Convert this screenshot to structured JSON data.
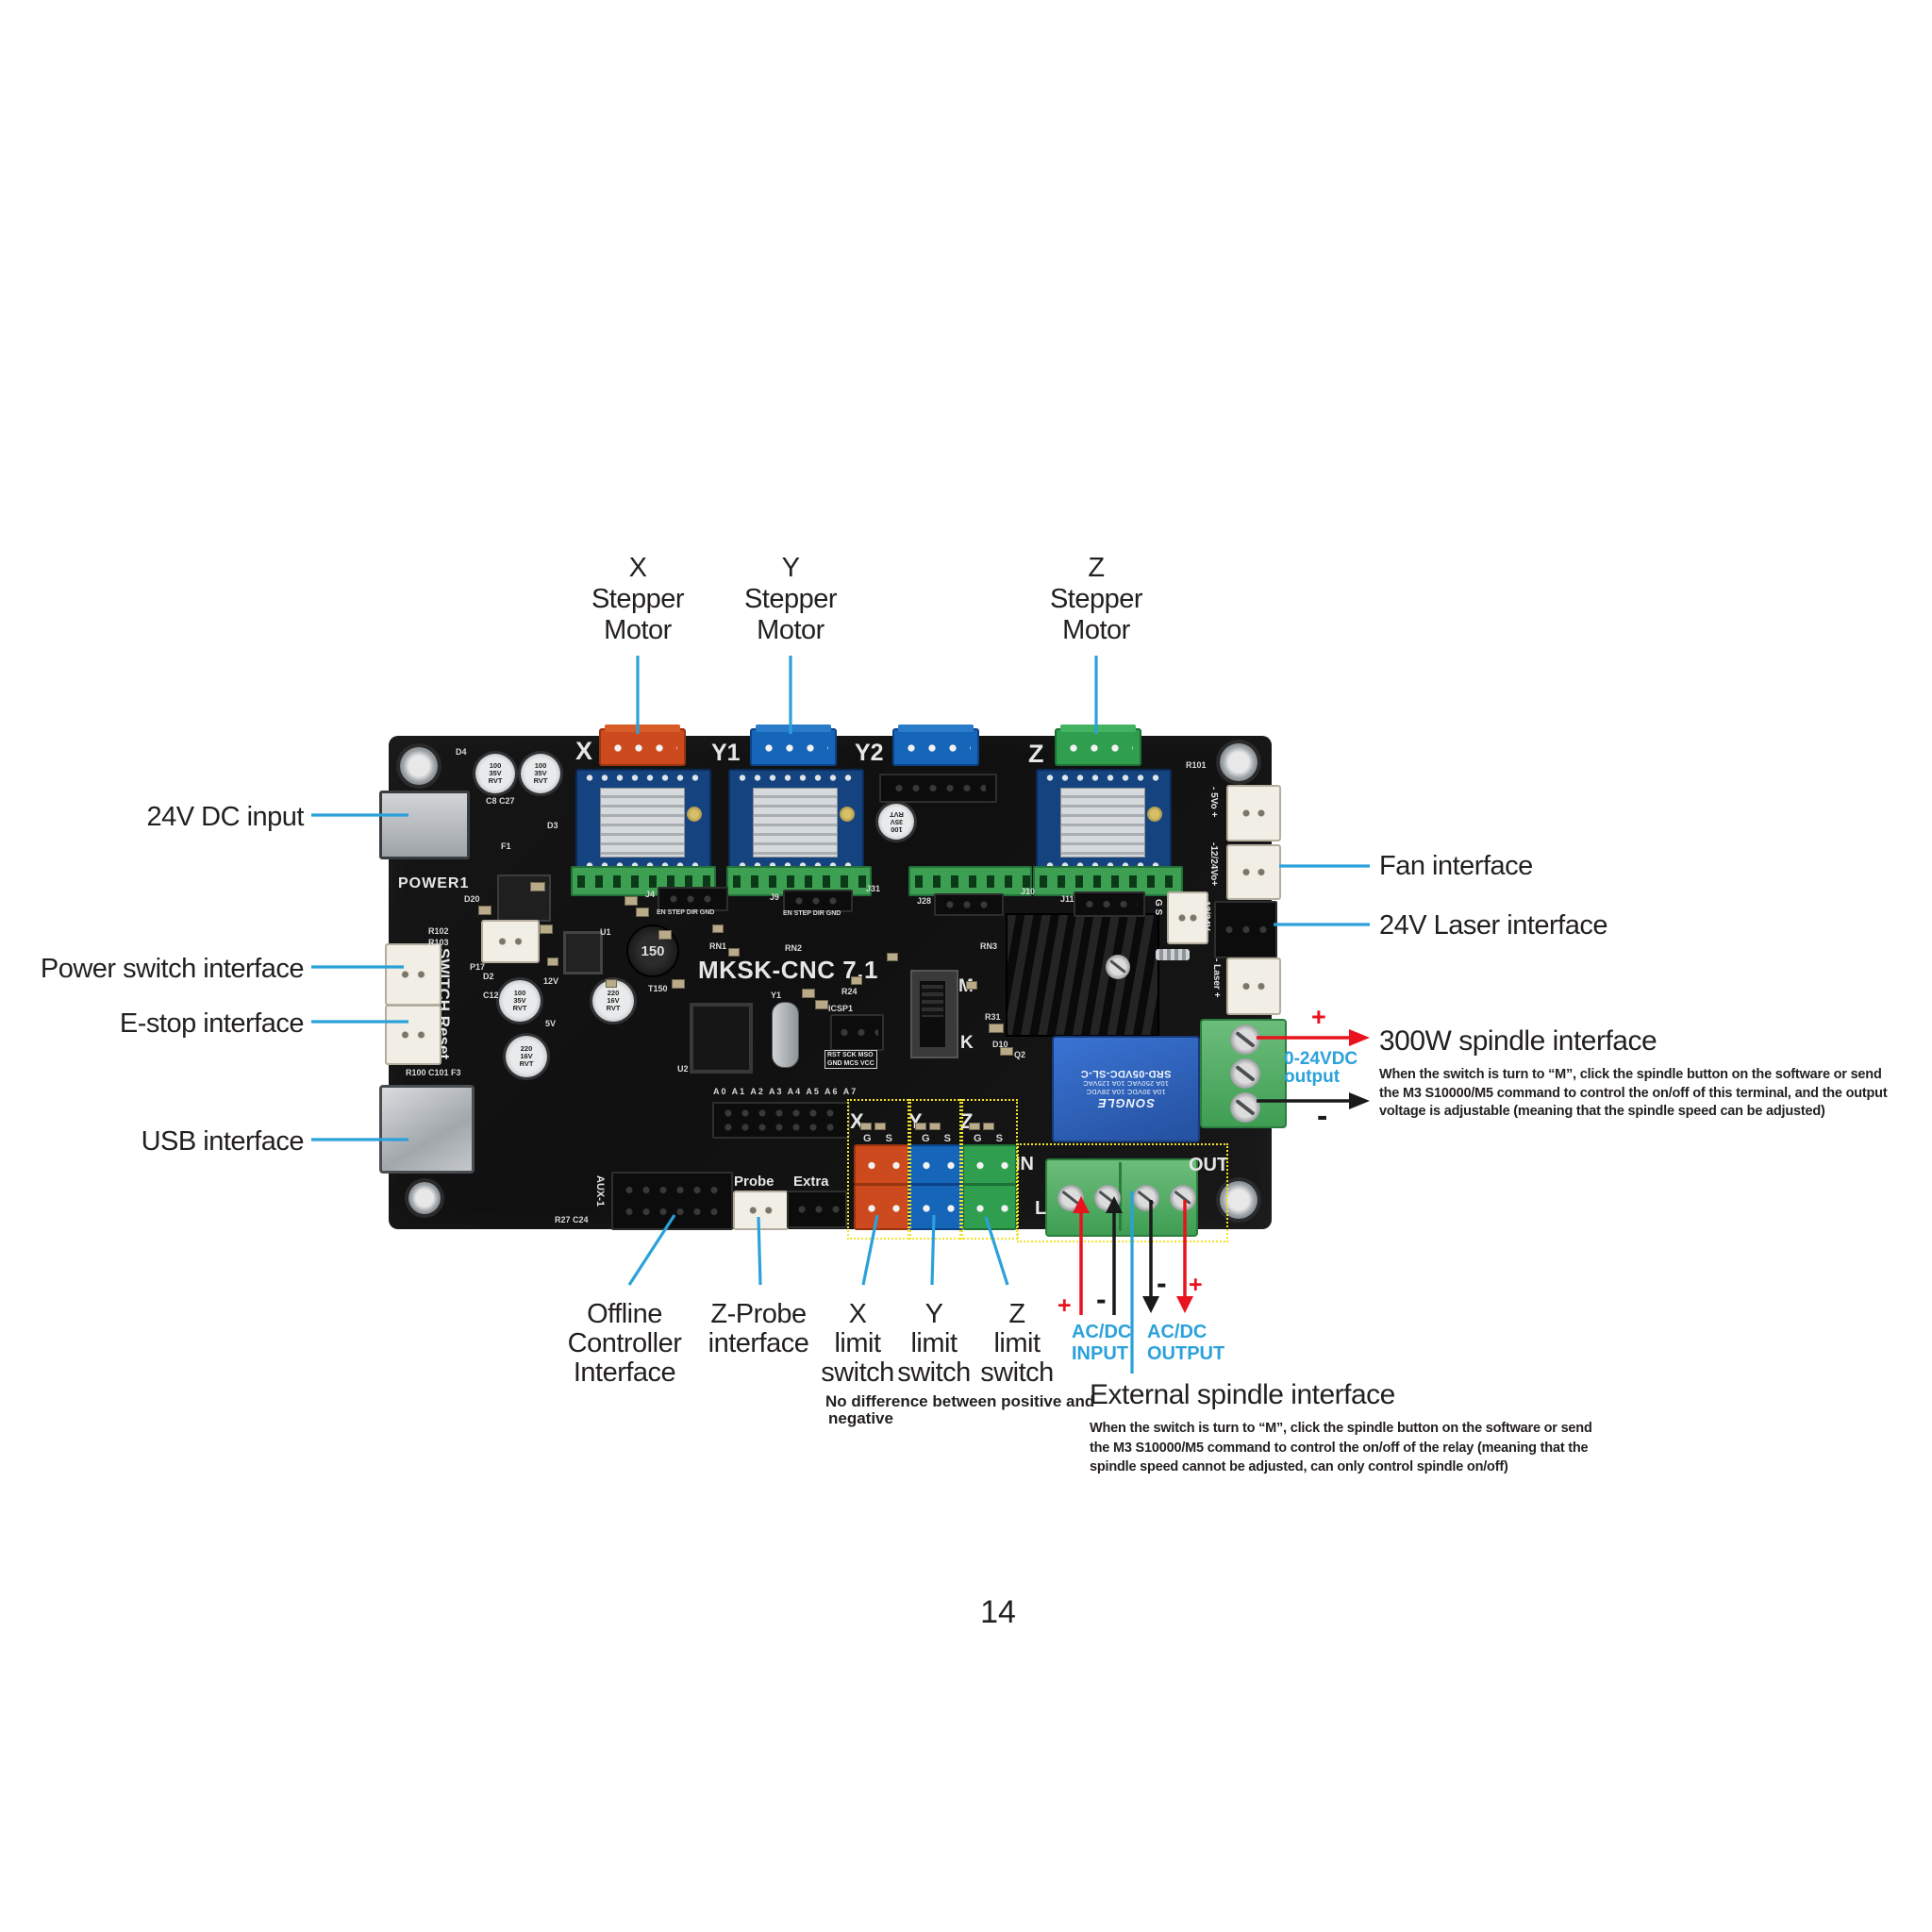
{
  "page": {
    "number": "14"
  },
  "colors": {
    "callout_blue": "#2ba1db",
    "label_dark": "#231f20",
    "red": "#e8131c",
    "black": "#1a1a1a",
    "dotted_yellow": "#f2e32b"
  },
  "top_labels": [
    {
      "axis": "X",
      "line2": "Stepper",
      "line3": "Motor"
    },
    {
      "axis": "Y",
      "line2": "Stepper",
      "line3": "Motor"
    },
    {
      "axis": "Z",
      "line2": "Stepper",
      "line3": "Motor"
    }
  ],
  "left_labels": {
    "dc_input": "24V DC input",
    "power_switch": "Power switch interface",
    "estop": "E-stop interface",
    "usb": "USB interface"
  },
  "right_labels": {
    "fan": "Fan interface",
    "laser": "24V Laser interface",
    "spindle_title": "300W spindle interface",
    "spindle_desc_lines": [
      "When the switch is turn to “M”, click the spindle button on the software or send",
      "the M3 S10000/M5 command to control the on/off of this terminal, and the output",
      "voltage is adjustable (meaning that the spindle speed can be adjusted)"
    ],
    "output_range_line1": "0-24VDC",
    "output_range_line2": "output",
    "plus": "+",
    "minus": "-"
  },
  "bottom_labels": {
    "offline_lines": [
      "Offline",
      "Controller",
      "Interface"
    ],
    "zprobe_lines": [
      "Z-Probe",
      "interface"
    ],
    "x_limit_lines": [
      "X",
      "limit",
      "switch"
    ],
    "y_limit_lines": [
      "Y",
      "limit",
      "switch"
    ],
    "z_limit_lines": [
      "Z",
      "limit",
      "switch"
    ],
    "limit_note_lines": [
      "No difference between positive and",
      "negative"
    ],
    "acdc_input_lines": [
      "AC/DC",
      "INPUT"
    ],
    "acdc_output_lines": [
      "AC/DC",
      "OUTPUT"
    ],
    "external_title": "External spindle interface",
    "external_desc_lines": [
      "When the switch is turn to “M”, click the spindle button on the software or send",
      "the M3 S10000/M5 command to control the on/off of the relay (meaning that the",
      "spindle speed cannot be adjusted, can only control spindle on/off)"
    ],
    "plus": "+",
    "minus": "-"
  },
  "board": {
    "title": "MKSK-CNC 7.1",
    "connectors": {
      "x": "X",
      "y1": "Y1",
      "y2": "Y2",
      "z": "Z"
    },
    "silkscreen": {
      "power1": "POWER1",
      "switch_reset": "SWITCH Reset",
      "probe": "Probe",
      "extra": "Extra",
      "aux1": "AUX-1",
      "in": "IN",
      "out": "OUT",
      "l": "L",
      "m": "M",
      "k": "K",
      "icsp": "ICSP1",
      "icsp_row1": "RST SCK MSO",
      "icsp_row2": "GND MCS VCC",
      "gs": "G S",
      "limit_x": "X",
      "limit_y": "Y",
      "limit_z": "Z",
      "fan5v": "- 5Vo +",
      "fan24v": "-12/24Vo+",
      "laser_ttl": "12/24V",
      "laser_pwr": "- Laser +",
      "a_row": "A0 A1 A2 A3 A4 A5 A6 A7",
      "en_step_dir": "EN STEP DIR GND"
    },
    "components": {
      "cap_100": "100 35V RVT",
      "cap_220": "220 16V RVT",
      "inductor": "150"
    },
    "relay": {
      "model": "SRD-05VDC-SL-C",
      "rating1": "10A 250VAC 10A 125VAC",
      "rating2": "10A 30VDC 10A 28VDC",
      "brand": "SONGLE"
    },
    "designators": [
      "D4",
      "C8 C27",
      "D3",
      "F1",
      "P17",
      "D20",
      "R102",
      "R103",
      "R100 C101 F3",
      "U1",
      "U2",
      "Y1",
      "RN1",
      "RN2",
      "RN3",
      "J4",
      "J9",
      "J31",
      "J28",
      "J10",
      "J11",
      "R24",
      "R31",
      "D10",
      "Q2",
      "R101",
      "R27 C24",
      "12V",
      "T150",
      "5V",
      "C12",
      "D2"
    ]
  }
}
